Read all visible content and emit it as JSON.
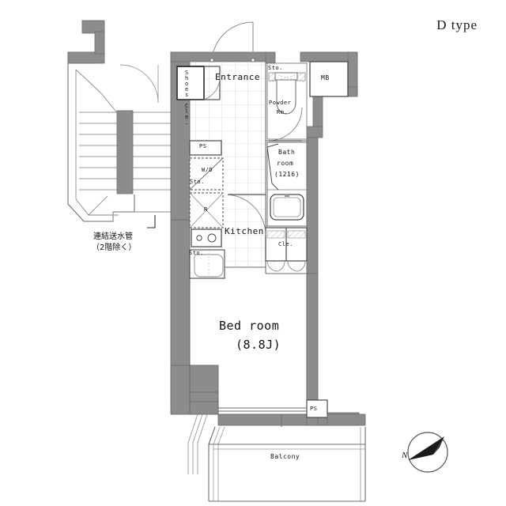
{
  "header": {
    "title": "D type"
  },
  "rooms": {
    "shoes_closet": "Shoes Cle.",
    "entrance": "Entrance",
    "storage_top": "Sto.",
    "meter_box": "MB",
    "powder_room_line1": "Powder",
    "powder_room_line2": "Rm.",
    "bath_room_line1": "Bath",
    "bath_room_line2": "room",
    "bath_room_size": "(1216)",
    "pipe_shaft_upper": "PS",
    "pipe_shaft_lower": "PS",
    "washer_dryer": "W/D",
    "storage_wd": "Sto.",
    "refrigerator": "R",
    "kitchen": "Kitchen",
    "storage_kitchen": "Sto.",
    "closet": "Cle.",
    "bed_room_line1": "Bed room",
    "bed_room_size": "(8.8J)",
    "balcony": "Balcony"
  },
  "annotations": {
    "water_pipe_line1": "連結送水管",
    "water_pipe_line2": "（2階除く）",
    "compass_north": "N"
  },
  "colors": {
    "wall_fill": "#8c8c8c",
    "wall_line": "#6e6e6e",
    "thin_line": "#9a9a9a",
    "grid_line": "#c9c9c9",
    "text": "#111111",
    "paper": "#ffffff"
  }
}
